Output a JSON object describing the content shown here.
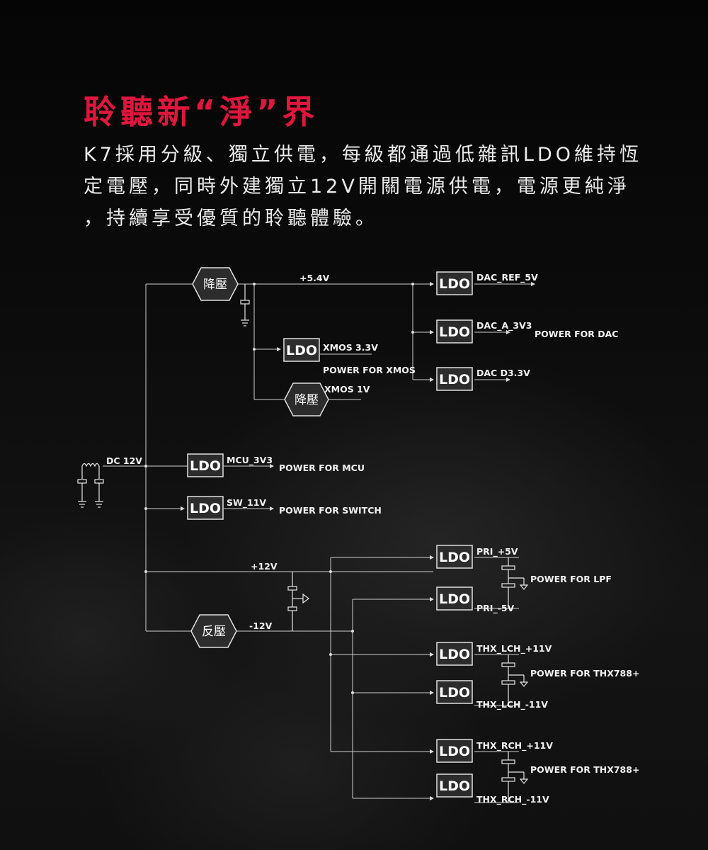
{
  "title": "聆聽新“淨”界",
  "description": [
    "K7採用分級、獨立供電，每級都通過低雜訊LDO維持恆",
    "定電壓，同時外建獨立12V開關電源供電，電源更純淨",
    "，持續享受優質的聆聽體驗。"
  ],
  "diagram": {
    "input": "DC 12V",
    "step_down": "降壓",
    "inverter": "反壓",
    "ldo": "LDO",
    "rails": {
      "v54": "+5.4V",
      "p12": "+12V",
      "m12": "-12V"
    },
    "outputs": {
      "dac_ref": "DAC_REF_5V",
      "dac_a": "DAC_A_3V3",
      "dac_d": "DAC D3.3V",
      "xmos33": "XMOS 3.3V",
      "xmos1": "XMOS 1V",
      "mcu": "MCU_3V3",
      "sw": "SW_11V",
      "pri_p": "PRI_+5V",
      "pri_m": "PRI_-5V",
      "thx_lch_p": "THX_LCH_+11V",
      "thx_lch_m": "THX_LCH_-11V",
      "thx_rch_p": "THX_RCH_+11V",
      "thx_rch_m": "THX_RCH_-11V"
    },
    "power_labels": {
      "dac": "POWER FOR DAC",
      "xmos": "POWER FOR XMOS",
      "mcu": "POWER FOR MCU",
      "sw": "POWER FOR SWITCH",
      "lpf": "POWER FOR LPF",
      "thx1": "POWER FOR THX788+",
      "thx2": "POWER FOR THX788+"
    },
    "colors": {
      "title": "#e0163d",
      "box_fill": "#2c2c2c",
      "line": "#cfcfcf"
    }
  }
}
